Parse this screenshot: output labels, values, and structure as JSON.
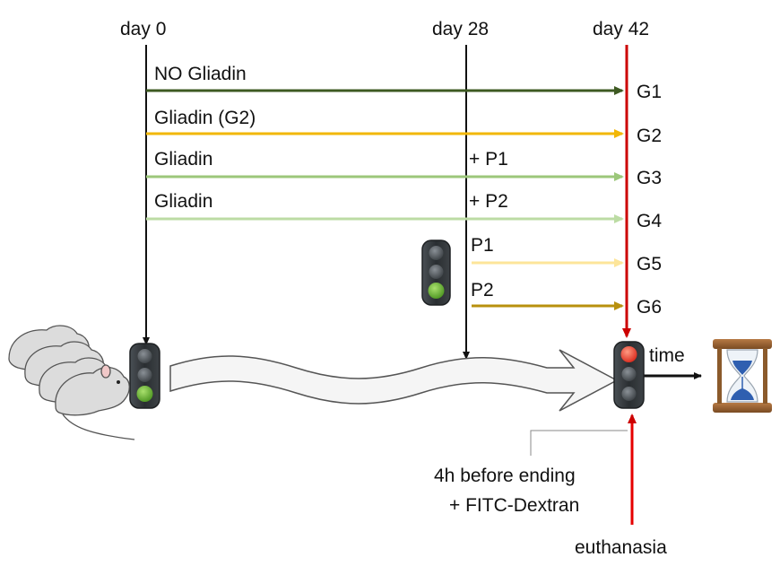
{
  "timeline": {
    "day0": "day 0",
    "day28": "day 28",
    "day42": "day 42"
  },
  "groups": [
    {
      "treatment": "NO Gliadin",
      "extra": "",
      "label": "G1",
      "color": "#3e5a22"
    },
    {
      "treatment": "Gliadin (G2)",
      "extra": "",
      "label": "G2",
      "color": "#f2b705"
    },
    {
      "treatment": "Gliadin",
      "extra": "+ P1",
      "label": "G3",
      "color": "#9cc77a"
    },
    {
      "treatment": "Gliadin",
      "extra": "+ P2",
      "label": "G4",
      "color": "#bcdca4"
    },
    {
      "treatment": "",
      "extra": "P1",
      "label": "G5",
      "color": "#fde59a"
    },
    {
      "treatment": "",
      "extra": "P2",
      "label": "G6",
      "color": "#b8900e"
    }
  ],
  "time_label": "time",
  "note": {
    "line1": "4h before ending",
    "line2": "+ FITC-Dextran"
  },
  "euthanasia_label": "euthanasia",
  "colors": {
    "day42_line": "#cc0000",
    "traffic_light_body": "#2f3437",
    "light_green": "#5fa52a",
    "light_red": "#e63b2e",
    "hourglass_frame": "#8b5a2b",
    "hourglass_sand": "#2f5fb0"
  },
  "icons": [
    "mice-icon",
    "traffic-light-icon",
    "hourglass-icon"
  ]
}
